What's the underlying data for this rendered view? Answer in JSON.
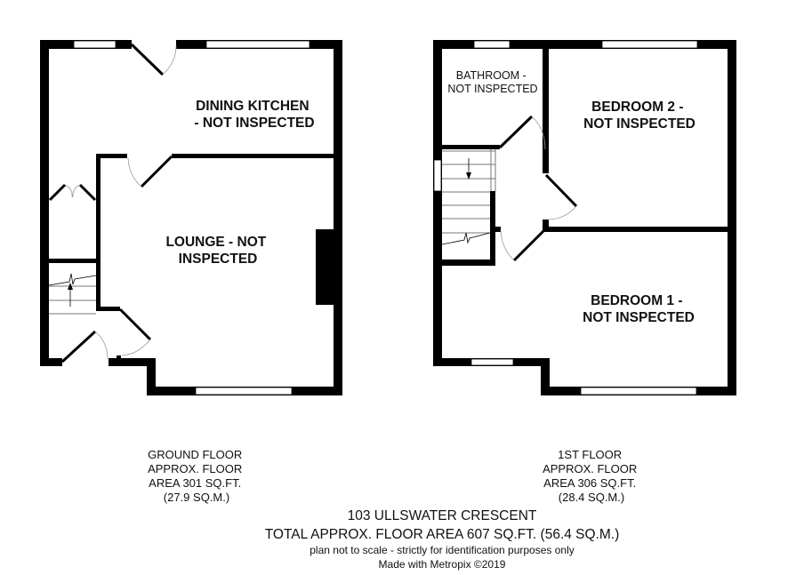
{
  "ground_floor": {
    "rooms": [
      {
        "line1": "DINING KITCHEN",
        "line2": "- NOT INSPECTED"
      },
      {
        "line1": "LOUNGE - NOT",
        "line2": "INSPECTED"
      }
    ],
    "caption": [
      "GROUND FLOOR",
      "APPROX. FLOOR",
      "AREA 301 SQ.FT.",
      "(27.9 SQ.M.)"
    ]
  },
  "first_floor": {
    "rooms": [
      {
        "line1": "BATHROOM -",
        "line2": "NOT INSPECTED"
      },
      {
        "line1": "BEDROOM 2 -",
        "line2": "NOT INSPECTED"
      },
      {
        "line1": "BEDROOM 1 -",
        "line2": "NOT INSPECTED"
      }
    ],
    "caption": [
      "1ST FLOOR",
      "APPROX. FLOOR",
      "AREA 306 SQ.FT.",
      "(28.4 SQ.M.)"
    ]
  },
  "footer": {
    "address": "103 ULLSWATER CRESCENT",
    "total": "TOTAL APPROX. FLOOR AREA 607 SQ.FT. (56.4 SQ.M.)",
    "disclaimer": "plan not to scale - strictly for identification purposes only",
    "credit": "Made with Metropix ©2019"
  }
}
